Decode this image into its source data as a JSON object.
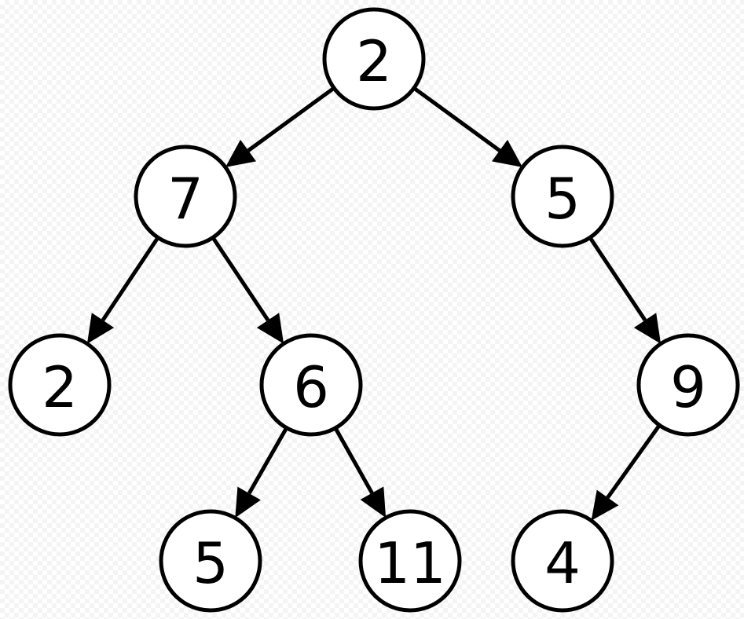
{
  "diagram": {
    "type": "binary-tree",
    "colors": {
      "stroke": "#000000",
      "node_fill": "#ffffff",
      "label": "#000000"
    },
    "nodes": [
      {
        "id": "n-root",
        "label": "2"
      },
      {
        "id": "n-l",
        "label": "7"
      },
      {
        "id": "n-r",
        "label": "5"
      },
      {
        "id": "n-ll",
        "label": "2"
      },
      {
        "id": "n-lr",
        "label": "6"
      },
      {
        "id": "n-rr",
        "label": "9"
      },
      {
        "id": "n-lrl",
        "label": "5"
      },
      {
        "id": "n-lrr",
        "label": "11"
      },
      {
        "id": "n-rrl",
        "label": "4"
      }
    ],
    "edges": [
      {
        "from": "n-root",
        "to": "n-l"
      },
      {
        "from": "n-root",
        "to": "n-r"
      },
      {
        "from": "n-l",
        "to": "n-ll"
      },
      {
        "from": "n-l",
        "to": "n-lr"
      },
      {
        "from": "n-r",
        "to": "n-rr"
      },
      {
        "from": "n-lr",
        "to": "n-lrl"
      },
      {
        "from": "n-lr",
        "to": "n-lrr"
      },
      {
        "from": "n-rr",
        "to": "n-rrl"
      }
    ]
  }
}
